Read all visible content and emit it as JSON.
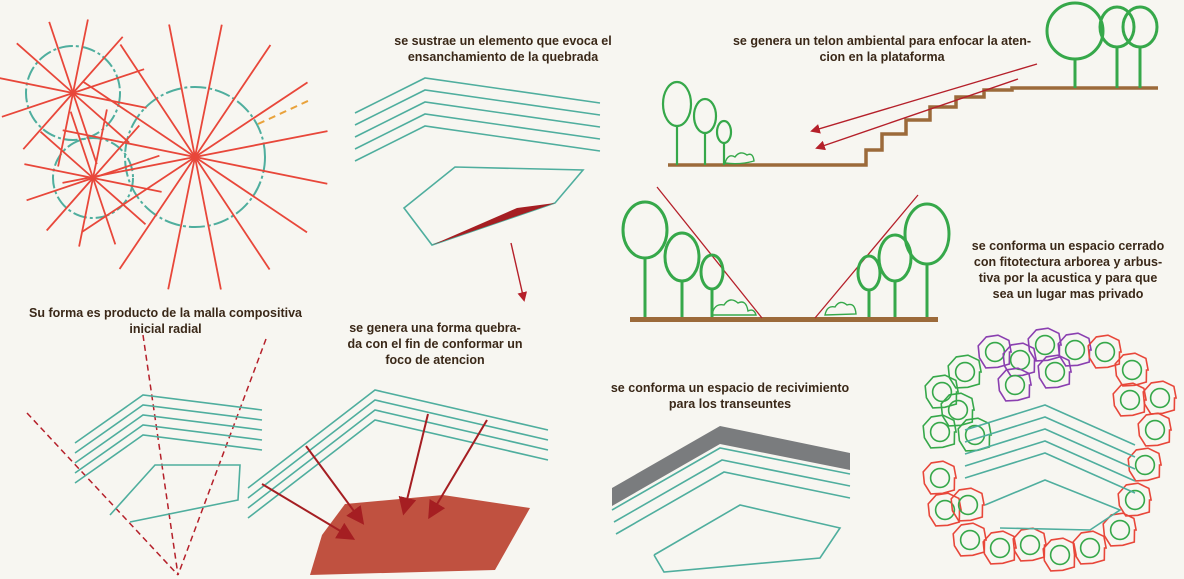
{
  "labels": {
    "sustrae": "se sustrae un elemento que evoca el\nensanchamiento de la quebrada",
    "telon": "se genera un telon ambiental para enfocar la aten-\ncion en la plataforma",
    "cerrado": "se conforma un espacio cerrado\ncon fitotectura arborea y arbus-\ntiva por la acustica y para que\nsea un lugar mas privado",
    "malla": "Su forma es producto de la malla compositiva\ninicial radial",
    "quebrada": "se genera una forma quebra-\nda con el fin de conformar un\nfoco de atencion",
    "recivimiento": "se conforma un espacio de recivimiento\npara los transeuntes"
  },
  "colors": {
    "background": "#f7f6f1",
    "teal_lines": "#4fae9e",
    "red_lines": "#e8473a",
    "dark_red": "#a51e22",
    "terracotta": "#c05140",
    "tree_green": "#36a84a",
    "ground_brown": "#9c6a3a",
    "purple_outline": "#8a3fb0",
    "grey_band": "#7a7c7e"
  },
  "icons": [
    "radial-grid-icon",
    "tree-icon",
    "stair-icon",
    "arrow-icon"
  ]
}
